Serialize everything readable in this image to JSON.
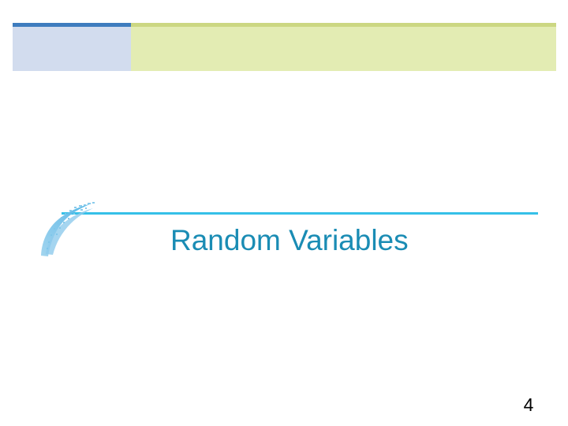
{
  "slide": {
    "title": "Random Variables",
    "page_number": "4",
    "background_color": "#ffffff"
  },
  "header": {
    "blue_bar": {
      "name": "blue-accent-bar",
      "color": "#3e7cbe"
    },
    "blue_box": {
      "name": "blue-panel",
      "color": "#d2dcee"
    },
    "olive_bar": {
      "name": "olive-accent-bar",
      "color": "#ccd782"
    },
    "olive_box": {
      "name": "olive-panel",
      "color": "#e3ecb3"
    }
  },
  "decoration": {
    "rule_color": "#35c0e8",
    "swoosh_color": "#7fc4e8",
    "swoosh_name": "brush-stroke-swoosh"
  },
  "typography": {
    "title_color": "#1a8cb4",
    "page_number_color": "#000000"
  }
}
